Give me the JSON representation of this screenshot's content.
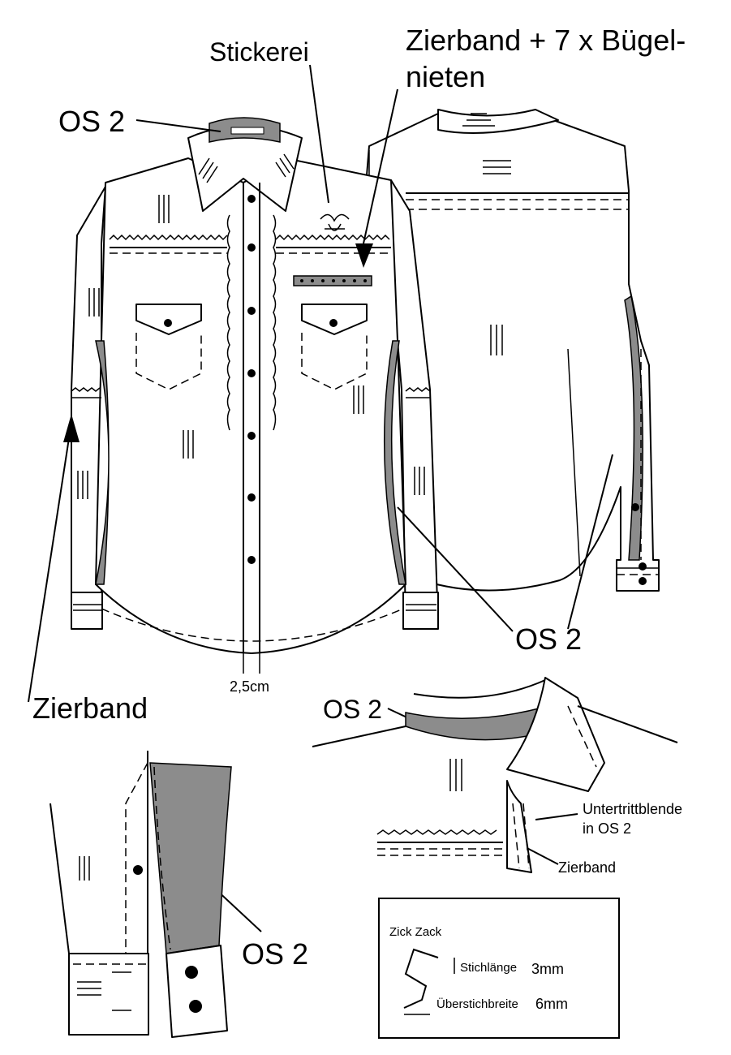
{
  "labels": {
    "stickerei": "Stickerei",
    "zierband_nieten_1": "Zierband + 7 x Bügel-",
    "zierband_nieten_2": "nieten",
    "os2_collar": "OS 2",
    "zierband_left": "Zierband",
    "os2_side": "OS 2",
    "placket_width": "2,5cm",
    "os2_detail": "OS 2",
    "untertritt_1": "Untertrittblende",
    "untertritt_2": "in OS 2",
    "zierband_detail": "Zierband",
    "os2_sleeve": "OS 2"
  },
  "legend": {
    "title": "Zick Zack",
    "stitch_length_label": "Stichlänge",
    "stitch_length_value": "3mm",
    "overstitch_label": "Überstichbreite",
    "overstitch_value": "6mm"
  },
  "colors": {
    "accent_fabric": "#8c8c8c",
    "line": "#000000",
    "paper": "#ffffff"
  }
}
